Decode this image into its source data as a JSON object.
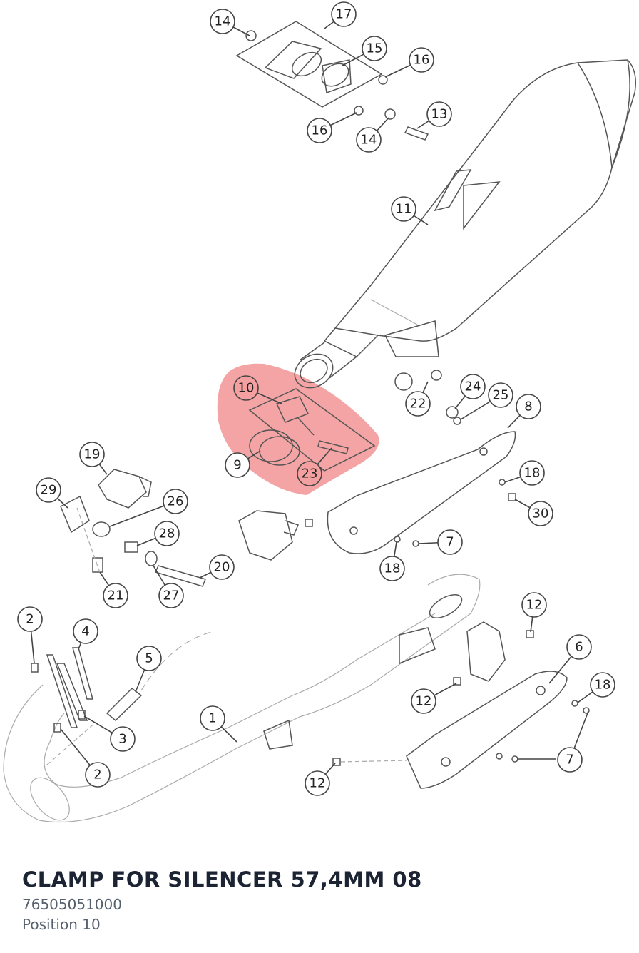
{
  "diagram": {
    "highlight_color": "#f08585",
    "callouts": [
      "1",
      "2",
      "2",
      "3",
      "4",
      "5",
      "6",
      "7",
      "7",
      "8",
      "9",
      "10",
      "11",
      "12",
      "12",
      "12",
      "13",
      "14",
      "14",
      "15",
      "16",
      "16",
      "17",
      "18",
      "18",
      "18",
      "19",
      "20",
      "21",
      "22",
      "23",
      "24",
      "25",
      "26",
      "27",
      "28",
      "29",
      "30"
    ]
  },
  "part": {
    "name": "CLAMP FOR SILENCER 57,4MM 08",
    "number": "76505051000",
    "position": "Position 10"
  }
}
